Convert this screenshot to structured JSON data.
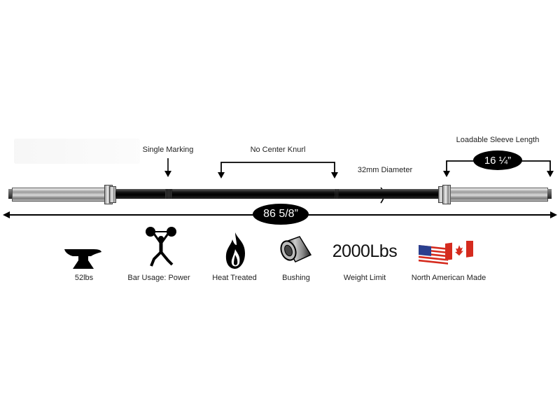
{
  "callouts": {
    "single_marking": "Single Marking",
    "no_center_knurl": "No Center Knurl",
    "diameter": "32mm Diameter",
    "sleeve_length_label": "Loadable Sleeve Length",
    "sleeve_length_value": "16 ¼”",
    "total_length_value": "86 5/8”"
  },
  "features": [
    {
      "icon": "anvil-icon",
      "label": "52lbs"
    },
    {
      "icon": "weightlifter-icon",
      "label": "Bar Usage: Power"
    },
    {
      "icon": "flame-icon",
      "label": "Heat Treated"
    },
    {
      "icon": "bushing-icon",
      "label": "Bushing"
    },
    {
      "icon": "text-badge",
      "value": "2000Lbs",
      "label": "Weight Limit"
    },
    {
      "icon": "us-canada-flags-icon",
      "label": "North American Made"
    }
  ],
  "colors": {
    "bar": "#111111",
    "sleeve": "#c8c8c8",
    "pill": "#000000",
    "flag_red": "#d52b1e",
    "flag_blue": "#2a3f8f"
  }
}
